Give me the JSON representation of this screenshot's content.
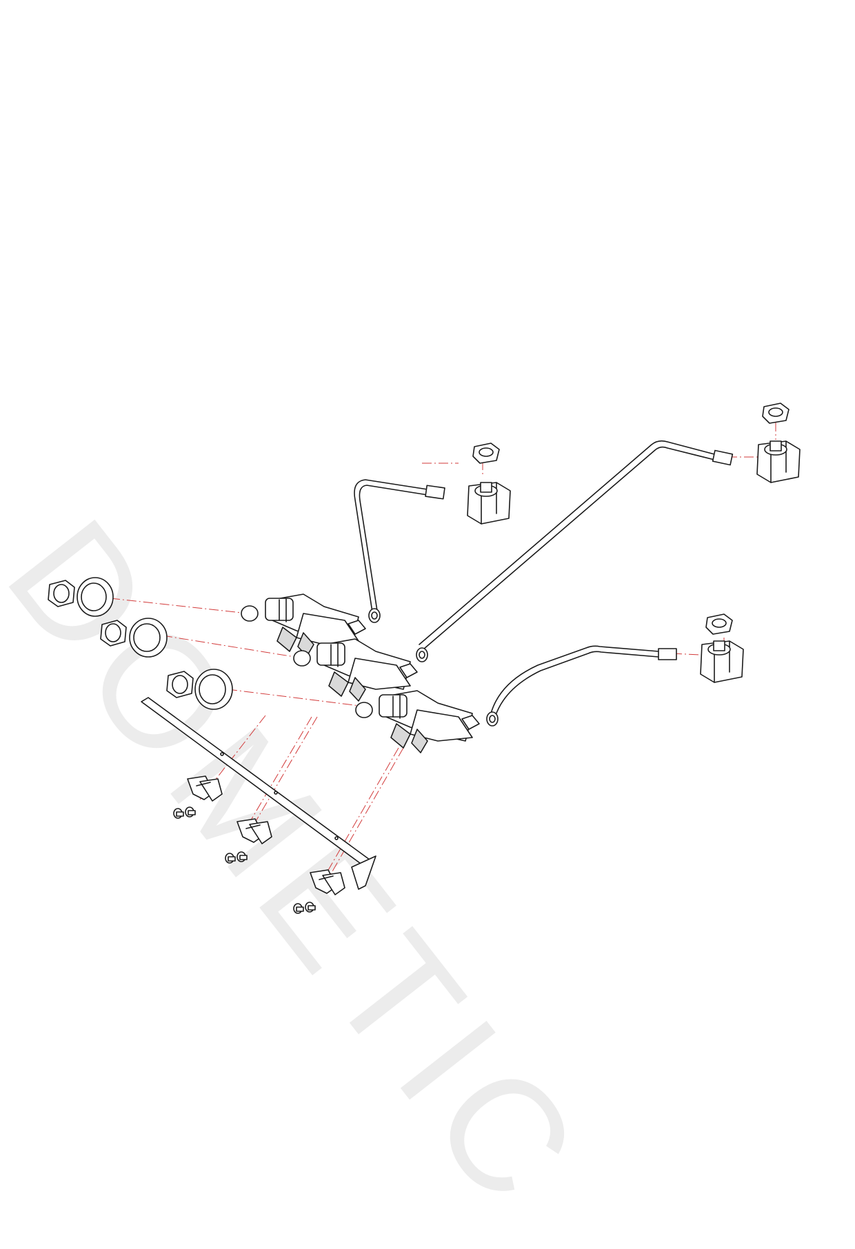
{
  "watermark": {
    "text": "DOMETIC"
  },
  "colors": {
    "line": "#1a1a1a",
    "guide": "#d23a3a",
    "watermark": "#ececec"
  },
  "parts": {
    "nuts": 6,
    "sealing_rings": 3,
    "valve_assemblies": 3,
    "gas_pipes": 3,
    "pipe_nuts": 3,
    "connectors": 3,
    "mounting_rail": 1,
    "brackets": 3,
    "screws": 6
  }
}
